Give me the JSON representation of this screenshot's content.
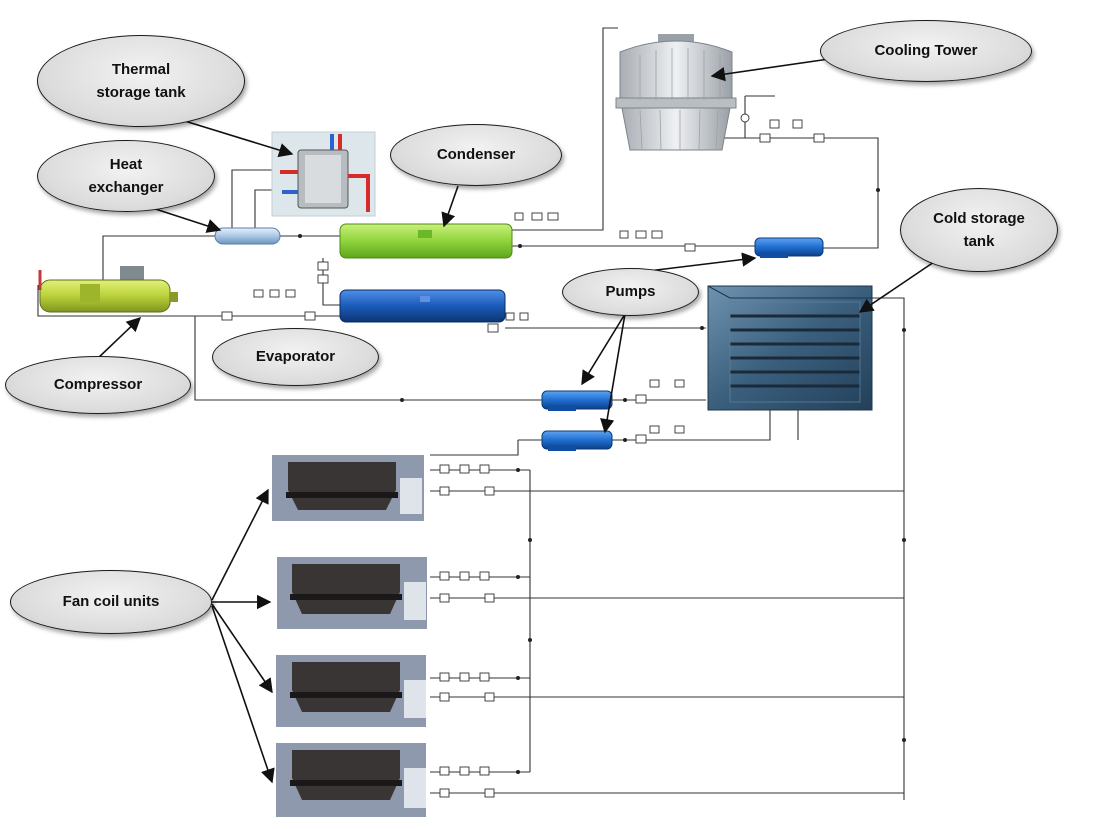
{
  "labels": {
    "thermal_storage_tank": "Thermal\nstorage  tank",
    "heat_exchanger": "Heat\nexchanger",
    "condenser": "Condenser",
    "cooling_tower": "Cooling Tower",
    "cold_storage_tank": "Cold storage\ntank",
    "pumps": "Pumps",
    "compressor": "Compressor",
    "evaporator": "Evaporator",
    "fan_coil_units": "Fan coil units"
  },
  "colors": {
    "pipe": "#333333",
    "condenser": "#8fd43c",
    "evaporator": "#1b5bb8",
    "pump": "#1f6fd1",
    "compressor": "#b9d23a",
    "cooling_tower": "#d5d8dc",
    "cold_tank": "#3a5f7d",
    "fan_coil": "#3a3535",
    "fan_coil_bg": "#8e99ad"
  },
  "components": [
    {
      "name": "thermal-storage-tank",
      "icon": "tank-icon"
    },
    {
      "name": "heat-exchanger",
      "icon": "heat-exchanger-icon"
    },
    {
      "name": "condenser",
      "icon": "condenser-icon"
    },
    {
      "name": "cooling-tower",
      "icon": "cooling-tower-icon"
    },
    {
      "name": "cold-storage-tank",
      "icon": "cold-tank-icon"
    },
    {
      "name": "pumps",
      "icon": "pump-icon",
      "count": 3
    },
    {
      "name": "compressor",
      "icon": "compressor-icon"
    },
    {
      "name": "evaporator",
      "icon": "evaporator-icon"
    },
    {
      "name": "fan-coil-units",
      "icon": "fan-coil-icon",
      "count": 4
    }
  ]
}
